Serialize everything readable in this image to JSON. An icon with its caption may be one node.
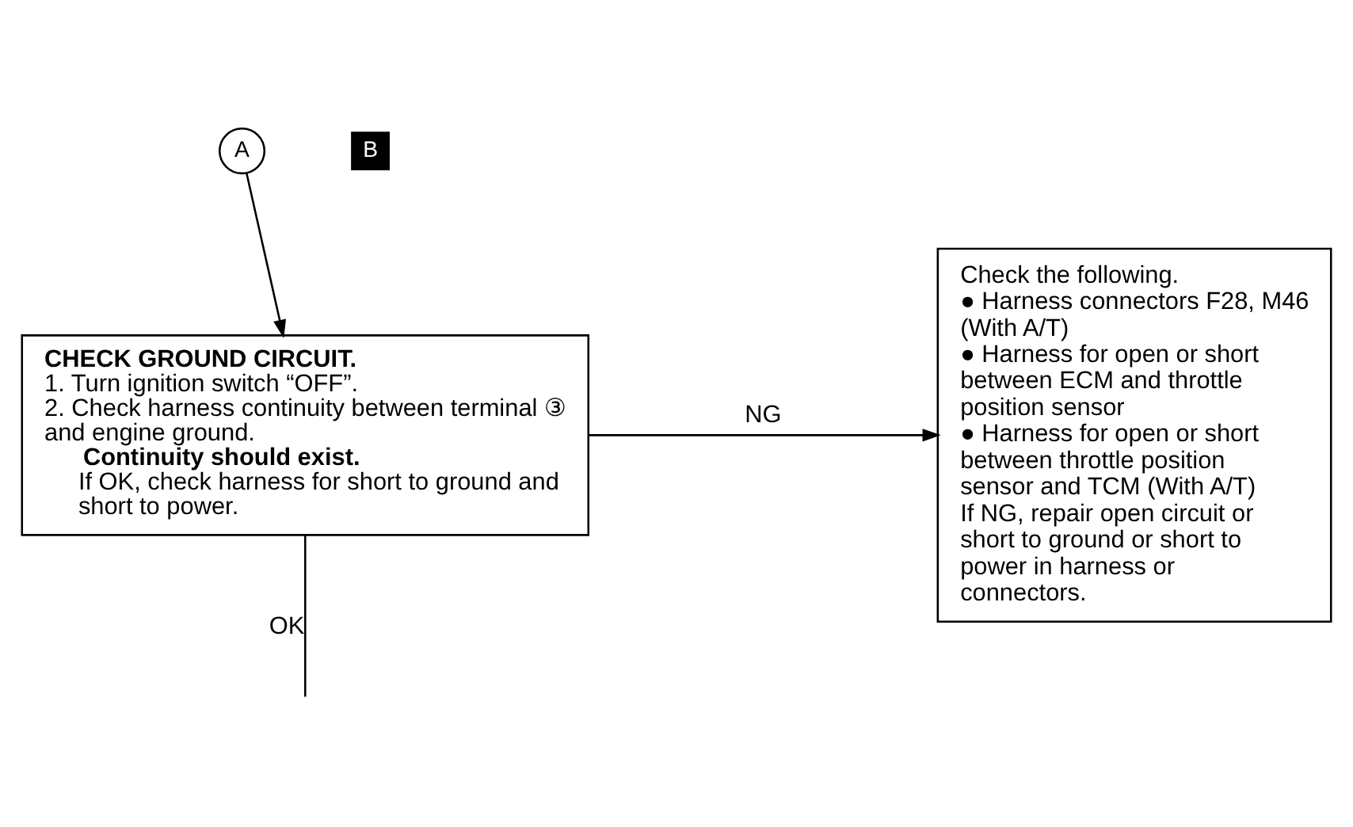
{
  "diagram": {
    "nodes": [
      {
        "text": [
          "A"
        ]
      },
      {
        "text": [
          "CHECK GROUND CIRCUIT.",
          "1. Turn ignition switch “OFF”.",
          "2. Check harness continuity between terminal ③ and engine ground.",
          "Continuity should exist.",
          "If OK, check harness for short to ground and short to power."
        ]
      },
      {
        "text": [
          "Check the following.",
          "● Harness connectors F28, M46 (With A/T)",
          "● Harness for open or short between ECM and throttle position sensor",
          "● Harness for open or short between throttle position sensor and TCM (With A/T)",
          "If NG, repair open circuit or short to ground or short to power in harness or connectors."
        ]
      }
    ],
    "edges": [
      {
        "from": 0,
        "to": 1,
        "arrow": "to"
      },
      {
        "from": 1,
        "to": 2,
        "arrow": "to",
        "label": "NG"
      },
      {
        "from": 1,
        "to": null,
        "arrow": "none",
        "label": "OK"
      }
    ],
    "labels": [
      "B"
    ]
  }
}
